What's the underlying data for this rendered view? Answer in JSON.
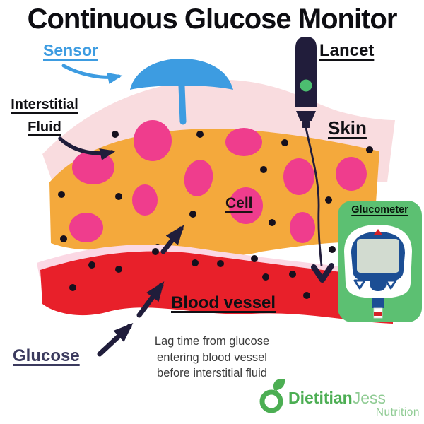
{
  "title": "Continuous Glucose Monitor",
  "labels": {
    "sensor": "Sensor",
    "lancet": "Lancet",
    "interstitial_fluid_line1": "Interstitial",
    "interstitial_fluid_line2": "Fluid",
    "skin": "Skin",
    "cell": "Cell",
    "glucometer": "Glucometer",
    "blood_vessel": "Blood vessel",
    "glucose": "Glucose"
  },
  "caption": {
    "line1": "Lag time from glucose",
    "line2": "entering blood vessel",
    "line3": "before interstitial fluid"
  },
  "logo": {
    "brand_bold": "Dietitian",
    "brand_light": "Jess",
    "subtitle": "Nutrition"
  },
  "icons": {
    "sensor_arrow": "curved-arrow-right-icon",
    "interstitial_arrow": "curved-arrow-right-icon",
    "glucose_arrows": "arrow-up-right-icon",
    "lancet_needle_arrow": "arrow-down-icon",
    "logo_mark": "apple-leaf-icon"
  },
  "colors": {
    "title_text": "#0d0d12",
    "sensor_blue": "#3d9ce1",
    "arrow_navy": "#201d3b",
    "glucose_navy": "#3b3a5e",
    "epidermis_pink": "#f9dcdf",
    "dermis_orange": "#f4a93c",
    "cell_magenta": "#ef3d8d",
    "vessel_pink": "#fbd8e4",
    "vessel_red": "#e8202a",
    "lancet_navy": "#211d3b",
    "lancet_green": "#4cbe70",
    "glucometer_green": "#5cc072",
    "bezel_blue": "#1c4e94",
    "screen_sage": "#d2dbd0",
    "strip_red": "#d42127",
    "caption_gray": "#3a3a3a",
    "logo_green": "#4cae53",
    "logo_light_green": "#8fcb93"
  }
}
